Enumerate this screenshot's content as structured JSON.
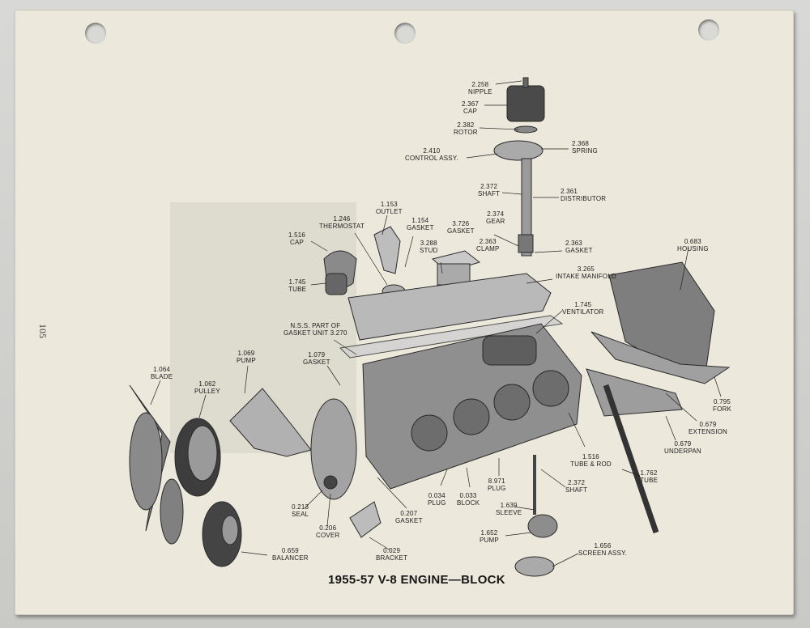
{
  "title": "1955-57 V-8 ENGINE—BLOCK",
  "page_number": "105",
  "parts": [
    {
      "num": "2.258",
      "name": "NIPPLE"
    },
    {
      "num": "2.367",
      "name": "CAP"
    },
    {
      "num": "2.382",
      "name": "ROTOR"
    },
    {
      "num": "2.368",
      "name": "SPRING"
    },
    {
      "num": "2.410",
      "name": "CONTROL ASSY."
    },
    {
      "num": "2.372",
      "name": "SHAFT"
    },
    {
      "num": "2.361",
      "name": "DISTRIBUTOR"
    },
    {
      "num": "1.153",
      "name": "OUTLET"
    },
    {
      "num": "1.246",
      "name": "THERMOSTAT"
    },
    {
      "num": "1.154",
      "name": "GASKET"
    },
    {
      "num": "3.726",
      "name": "GASKET"
    },
    {
      "num": "2.374",
      "name": "GEAR"
    },
    {
      "num": "1.516",
      "name": "CAP"
    },
    {
      "num": "3.288",
      "name": "STUD"
    },
    {
      "num": "2.363",
      "name": "CLAMP"
    },
    {
      "num": "2.363",
      "name": "GASKET"
    },
    {
      "num": "0.683",
      "name": "HOUSING"
    },
    {
      "num": "3.265",
      "name": "INTAKE MANIFOLD"
    },
    {
      "num": "1.745",
      "name": "TUBE"
    },
    {
      "num": "1.745",
      "name": "VENTILATOR"
    },
    {
      "num": "N.S.S. PART OF",
      "name": "GASKET UNIT 3.270"
    },
    {
      "num": "1.079",
      "name": "GASKET"
    },
    {
      "num": "1.069",
      "name": "PUMP"
    },
    {
      "num": "1.064",
      "name": "BLADE"
    },
    {
      "num": "1.062",
      "name": "PULLEY"
    },
    {
      "num": "0.795",
      "name": "FORK"
    },
    {
      "num": "0.679",
      "name": "EXTENSION"
    },
    {
      "num": "0.679",
      "name": "UNDERPAN"
    },
    {
      "num": "1.516",
      "name": "TUBE & ROD"
    },
    {
      "num": "1.762",
      "name": "TUBE"
    },
    {
      "num": "8.971",
      "name": "PLUG"
    },
    {
      "num": "2.372",
      "name": "SHAFT"
    },
    {
      "num": "0.034",
      "name": "PLUG"
    },
    {
      "num": "0.033",
      "name": "BLOCK"
    },
    {
      "num": "1.639",
      "name": "SLEEVE"
    },
    {
      "num": "0.213",
      "name": "SEAL"
    },
    {
      "num": "0.206",
      "name": "COVER"
    },
    {
      "num": "0.207",
      "name": "GASKET"
    },
    {
      "num": "1.652",
      "name": "PUMP"
    },
    {
      "num": "1.656",
      "name": "SCREEN ASSY."
    },
    {
      "num": "0.029",
      "name": "BRACKET"
    },
    {
      "num": "0.659",
      "name": "BALANCER"
    }
  ]
}
